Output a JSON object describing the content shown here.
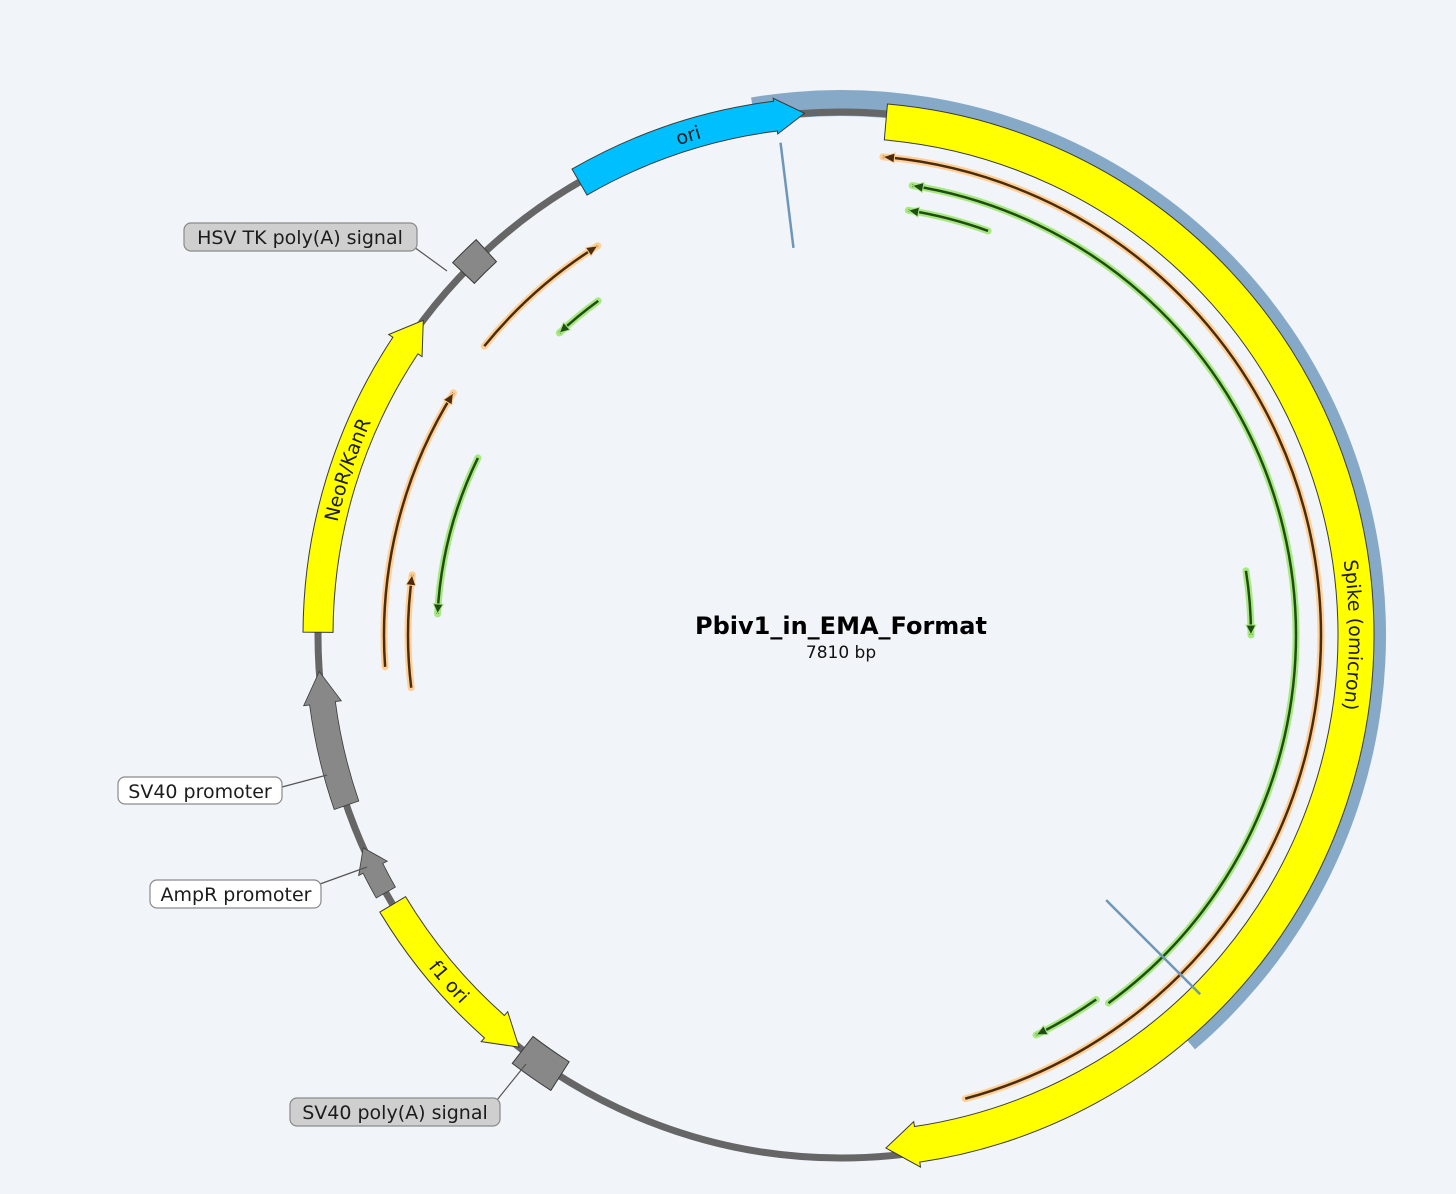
{
  "plasmid": {
    "name": "Pbiv1_in_EMA_Format",
    "length": "7810 bp"
  },
  "features": {
    "ori": {
      "label": "ori",
      "color": "#00bfff"
    },
    "spike": {
      "label": "Spike (omicron)",
      "color": "#ffff00"
    },
    "neor": {
      "label": "NeoR/KanR",
      "color": "#ffff00"
    },
    "f1ori": {
      "label": "f1 ori",
      "color": "#ffff00"
    },
    "sv40_promoter": {
      "label": "SV40 promoter",
      "color": "#888888"
    },
    "ampr_promoter": {
      "label": "AmpR promoter",
      "color": "#888888"
    },
    "hsv_polya": {
      "label": "HSV TK poly(A) signal",
      "color": "#888888"
    },
    "sv40_polya": {
      "label": "SV40 poly(A) signal",
      "color": "#888888"
    }
  },
  "colors": {
    "selection": "#86a9c8",
    "orf_orange": "#ffcf95",
    "orf_green": "#a8e882",
    "backbone": "#666666",
    "background": "#f1f4f9"
  }
}
